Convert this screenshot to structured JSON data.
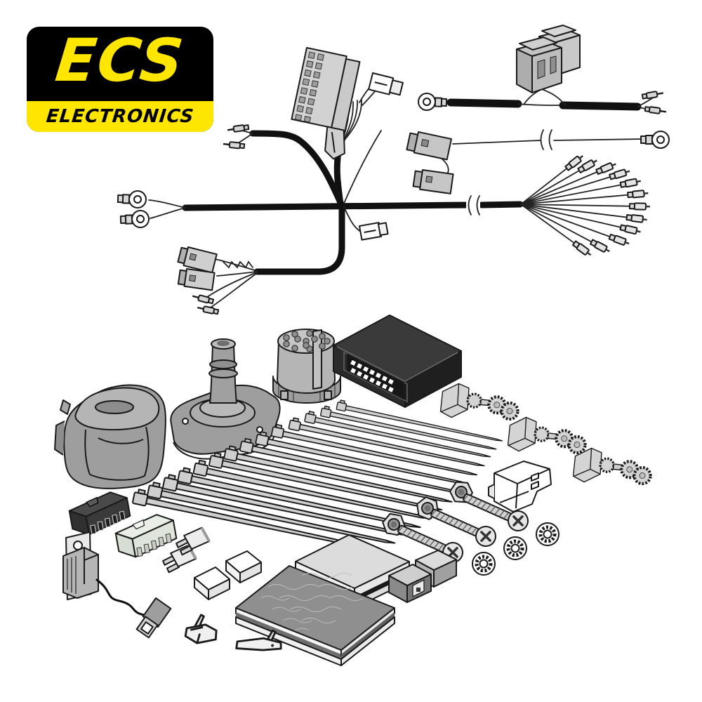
{
  "page": {
    "background_color": "#ffffff"
  },
  "logo": {
    "brand": "ECS",
    "subtitle": "ELECTRONICS",
    "brand_color": "#FFE600",
    "panel_color": "#000000",
    "subtitle_color": "#000000"
  },
  "illustration": {
    "kind": "towbar-wiring-kit-contents",
    "outline_color": "#1a1a1a",
    "harness_color": "#111111",
    "plastic_gray_light": "#d6d6d6",
    "plastic_gray_mid": "#b9b9b9",
    "plastic_gray_dark": "#9a9a9a",
    "module_black": "#2f2f2f",
    "components": [
      {
        "name": "main-wiring-harness",
        "qty": 1
      },
      {
        "name": "multi-pin-vehicle-connector",
        "qty": 1
      },
      {
        "name": "small-white-connector",
        "qty": 2
      },
      {
        "name": "ring-terminal",
        "qty": 4
      },
      {
        "name": "bullet-terminal",
        "qty": 6
      },
      {
        "name": "connector-pair-lead",
        "qty": 2
      },
      {
        "name": "twisted-wire-tail",
        "qty": 1
      },
      {
        "name": "relay-fuse-holder-lead",
        "qty": 1
      },
      {
        "name": "extension-lead-with-ring-terminal",
        "qty": 1
      },
      {
        "name": "spade-terminal-fan",
        "qty": 12
      },
      {
        "name": "socket-housing-cover",
        "qty": 1
      },
      {
        "name": "grommet-mounting-plate",
        "qty": 1
      },
      {
        "name": "thirteen-pin-socket-insert",
        "qty": 1
      },
      {
        "name": "ecu-module",
        "qty": 1
      },
      {
        "name": "quick-splice-connector-pair",
        "qty": 3
      },
      {
        "name": "mounting-bracket",
        "qty": 1
      },
      {
        "name": "cable-tie",
        "qty": 14
      },
      {
        "name": "hex-nut",
        "qty": 3
      },
      {
        "name": "pan-head-screw",
        "qty": 3
      },
      {
        "name": "serrated-lock-washer",
        "qty": 3
      },
      {
        "name": "adhesive-foam-pad",
        "qty": 1
      },
      {
        "name": "anti-rattle-mat",
        "qty": 1
      },
      {
        "name": "foam-block",
        "qty": 2
      },
      {
        "name": "fuse-holder",
        "qty": 2
      },
      {
        "name": "blade-fuse",
        "qty": 2
      },
      {
        "name": "buzzer-with-lead",
        "qty": 1
      },
      {
        "name": "crimp-terminal",
        "qty": 2
      },
      {
        "name": "connector-housing",
        "qty": 2
      }
    ]
  }
}
